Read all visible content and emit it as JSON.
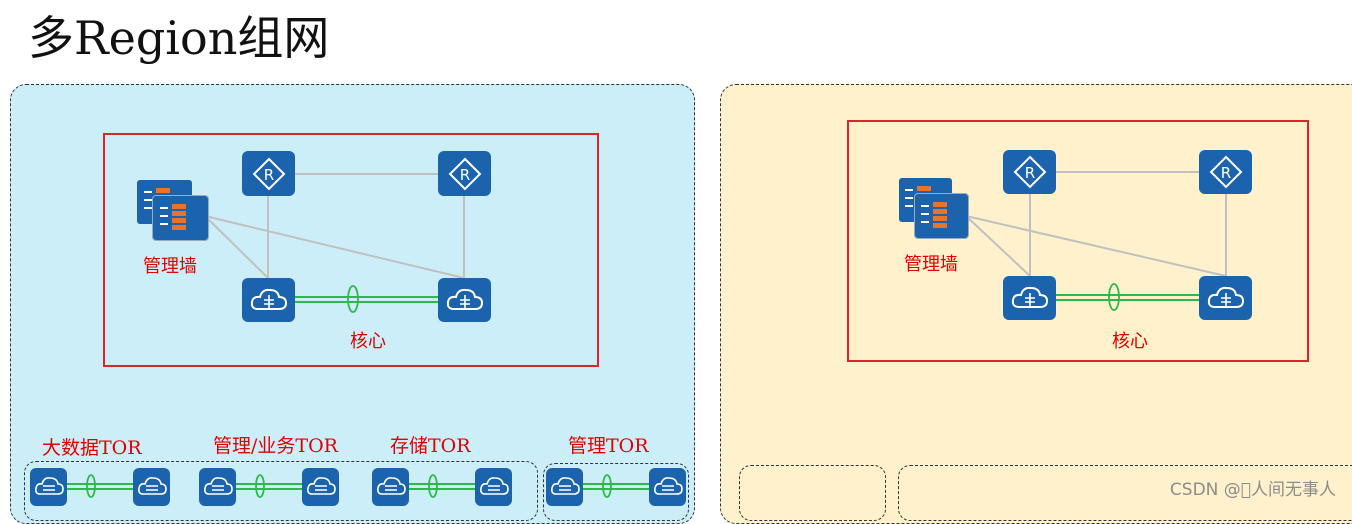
{
  "title": "多Region组网",
  "regions": [
    {
      "core": {
        "firewall_label": "管理墙",
        "core_label": "核心"
      },
      "tor_groups": [
        {
          "label": "大数据TOR"
        },
        {
          "label": "管理/业务TOR"
        },
        {
          "label": "存储TOR"
        },
        {
          "label": "管理TOR"
        }
      ]
    },
    {
      "core": {
        "firewall_label": "管理墙",
        "core_label": "核心"
      }
    }
  ],
  "watermark": "CSDN @\u0000人间无事人",
  "colors": {
    "region_a_bg": "#cbeef9",
    "region_b_bg": "#fef1cc",
    "device": "#1b63ad",
    "frame": "#d9262b",
    "link": "#2fb84a",
    "label": "#e00000"
  },
  "icons": {
    "router": "router-icon",
    "core_switch": "cloud-switch-icon",
    "firewall": "firewall-icon",
    "tor": "tor-switch-icon"
  }
}
